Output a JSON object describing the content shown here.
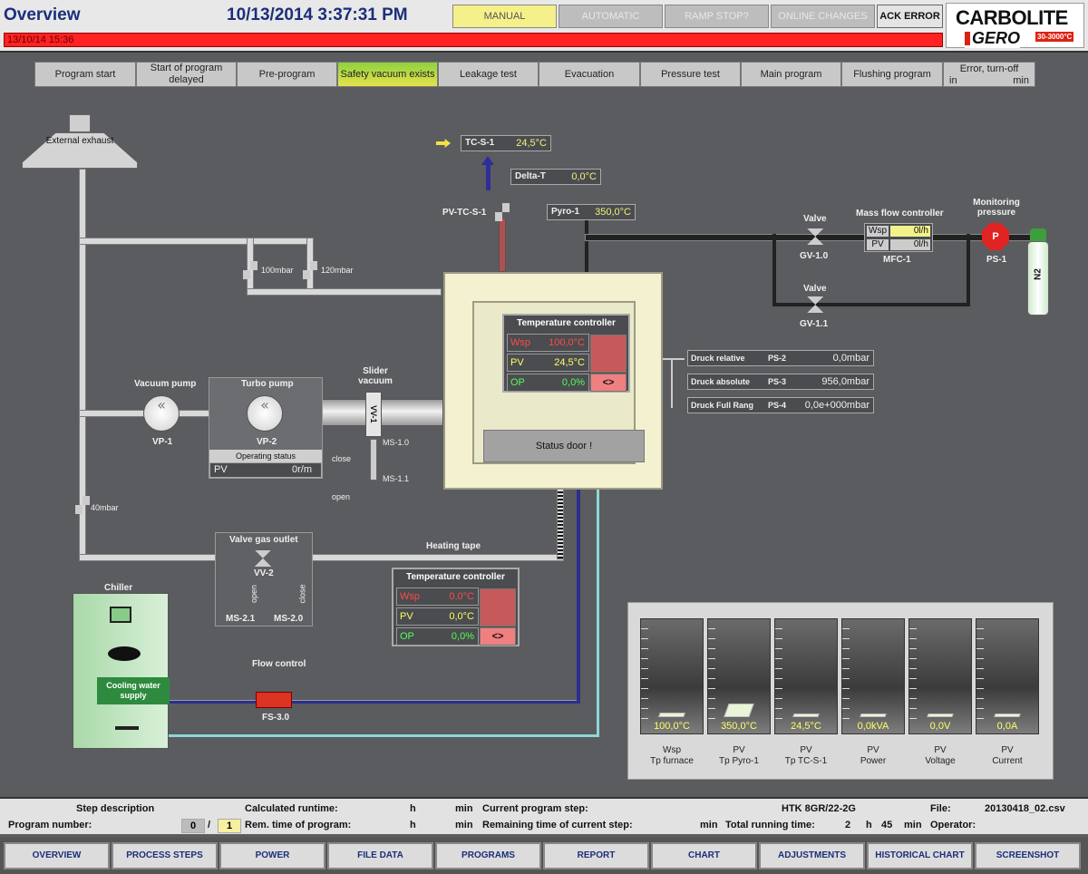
{
  "header": {
    "title": "Overview",
    "datetime": "10/13/2014 3:37:31 PM",
    "modes": [
      "MANUAL",
      "AUTOMATIC",
      "RAMP STOP?",
      "ONLINE CHANGES"
    ],
    "ack": "ACK ERROR",
    "alarm": "13/10/14    15:36",
    "logo_top": "CARBOLITE",
    "logo_bottom": "GERO",
    "logo_badge": "30-3000°C"
  },
  "steps": [
    "Program start",
    "Start of program delayed",
    "Pre-program",
    "Safety vacuum exists",
    "Leakage test",
    "Evacuation",
    "Pressure test",
    "Main program",
    "Flushing program"
  ],
  "error_step": {
    "label": "Error, turn-off",
    "in": "in",
    "min": "min"
  },
  "labels": {
    "exhaust": "External exhaust",
    "vacuum_pump": "Vacuum pump",
    "turbo_pump": "Turbo pump",
    "operating_status": "Operating status",
    "pv": "PV",
    "turbo_pv": "0r/m",
    "vp1": "VP-1",
    "vp2": "VP-2",
    "slider_vacuum": "Slider vacuum",
    "vv1": "VV-1",
    "close": "close",
    "open": "open",
    "ms10": "MS-1.0",
    "ms11": "MS-1.1",
    "v100": "100mbar",
    "v120": "120mbar",
    "v40": "40mbar",
    "valve_gas_outlet": "Valve gas outlet",
    "vv2": "VV-2",
    "ms21": "MS-2.1",
    "ms20": "MS-2.0",
    "open_v": "open",
    "close_v": "close",
    "heating_tape": "Heating tape",
    "chiller": "Chiller",
    "cooling_water": "Cooling water supply",
    "flow_control": "Flow control",
    "fs30": "FS-3.0",
    "status_door": "Status door !",
    "pvtcs1": "PV-TC-S-1",
    "valve": "Valve",
    "gv10": "GV-1.0",
    "gv11": "GV-1.1",
    "mfc_title": "Mass flow controller",
    "mfc1": "MFC-1",
    "wsp": "Wsp",
    "mfc_unit": "0l/h",
    "mfc_pv_unit": "0l/h",
    "monitoring": "Monitoring pressure",
    "ps1": "PS-1",
    "n2": "N2",
    "p_letter": "P"
  },
  "sensors": {
    "tcs1": {
      "name": "TC-S-1",
      "value": "24,5°C"
    },
    "deltat": {
      "name": "Delta-T",
      "value": "0,0°C"
    },
    "pyro": {
      "name": "Pyro-1",
      "value": "350,0°C"
    }
  },
  "tc_main": {
    "title": "Temperature controller",
    "wsp_k": "Wsp",
    "wsp_v": "100,0°C",
    "pv_k": "PV",
    "pv_v": "24,5°C",
    "op_k": "OP",
    "op_v": "0,0%",
    "btn": "<>"
  },
  "tc_tape": {
    "title": "Temperature controller",
    "wsp_k": "Wsp",
    "wsp_v": "0,0°C",
    "pv_k": "PV",
    "pv_v": "0,0°C",
    "op_k": "OP",
    "op_v": "0,0%",
    "btn": "<>"
  },
  "pressure": [
    {
      "label": "Druck relative",
      "tag": "PS-2",
      "value": "0,0mbar"
    },
    {
      "label": "Druck absolute",
      "tag": "PS-3",
      "value": "956,0mbar"
    },
    {
      "label": "Druck Full Rang",
      "tag": "PS-4",
      "value": "0,0e+000mbar"
    }
  ],
  "gauges": [
    {
      "value": "100,0°C",
      "label1": "Wsp",
      "label2": "Tp furnace",
      "level": 0.05
    },
    {
      "value": "350,0°C",
      "label1": "PV",
      "label2": "Tp Pyro-1",
      "level": 0.15
    },
    {
      "value": "24,5°C",
      "label1": "PV",
      "label2": "Tp TC-S-1",
      "level": 0.03
    },
    {
      "value": "0,0kVA",
      "label1": "PV",
      "label2": "Power",
      "level": 0.0
    },
    {
      "value": "0,0V",
      "label1": "PV",
      "label2": "Voltage",
      "level": 0.0
    },
    {
      "value": "0,0A",
      "label1": "PV",
      "label2": "Current",
      "level": 0.0
    }
  ],
  "status": {
    "step_desc": "Step description",
    "prog_num": "Program number:",
    "prog_a": "0",
    "slash": "/",
    "prog_b": "1",
    "calc_rt": "Calculated runtime:",
    "rem_prog": "Rem. time of program:",
    "h": "h",
    "min": "min",
    "cur_step": "Current program step:",
    "rem_step": "Remaining time of current step:",
    "program": "HTK 8GR/22-2G",
    "total": "Total running time:",
    "total_h": "2",
    "total_min": "45",
    "file": "File:",
    "file_v": "20130418_02.csv",
    "operator": "Operator:"
  },
  "nav": [
    "OVERVIEW",
    "PROCESS STEPS",
    "POWER",
    "FILE DATA",
    "PROGRAMS",
    "REPORT",
    "CHART",
    "ADJUSTMENTS",
    "HISTORICAL CHART",
    "SCREENSHOT"
  ]
}
